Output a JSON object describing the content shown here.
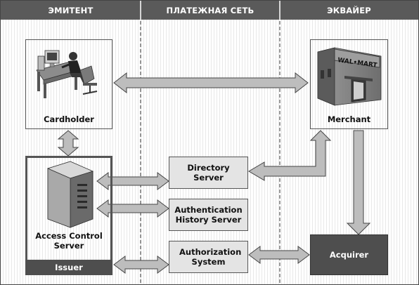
{
  "columns": {
    "issuer_domain": "ЭМИТЕНТ",
    "payment_network": "ПЛАТЕЖНАЯ СЕТЬ",
    "acquirer_domain": "ЭКВАЙЕР"
  },
  "nodes": {
    "cardholder": "Cardholder",
    "merchant": "Merchant",
    "merchant_sign": "WAL•MART",
    "access_control_server": "Access Control Server",
    "issuer": "Issuer",
    "directory_server": "Directory Server",
    "authentication_history_server": "Authentication History Server",
    "authorization_system": "Authorization System",
    "acquirer": "Acquirer"
  }
}
